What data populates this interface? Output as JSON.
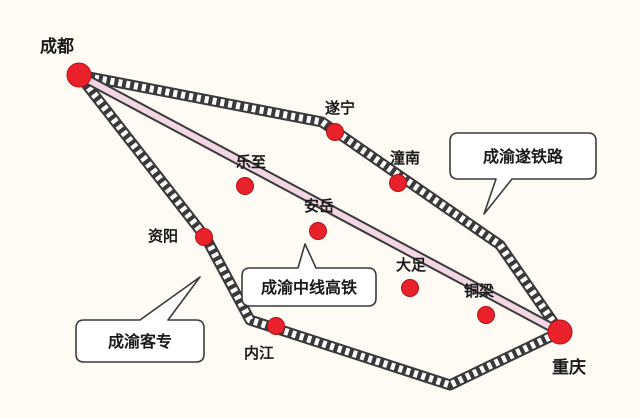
{
  "colors": {
    "background": "#fdfbf4",
    "rail_outer": "#3a3a3a",
    "rail_tie": "#ffffff",
    "highspeed_fill": "#f2d6e4",
    "station_red": "#e8212a",
    "callout_border": "#3a3a3a",
    "callout_fill": "#ffffff"
  },
  "cities": {
    "chengdu": "成都",
    "chongqing": "重庆",
    "suining": "遂宁",
    "tongnan": "潼南",
    "lezhi": "乐至",
    "anyue": "安岳",
    "dazu": "大足",
    "tongliang": "铜梁",
    "ziyang": "资阳",
    "neijiang": "内江"
  },
  "lines": {
    "chengyusui": "成渝遂铁路",
    "chengyu_zhongxian": "成渝中线高铁",
    "chengyu_kezhuan": "成渝客专"
  }
}
